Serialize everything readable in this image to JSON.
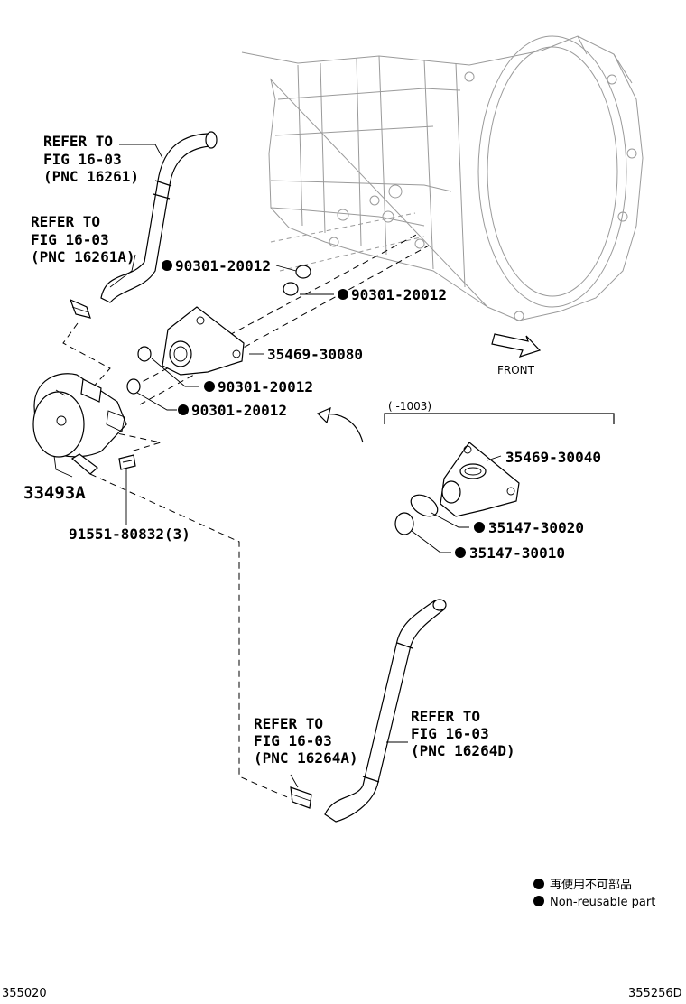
{
  "refs": {
    "a": [
      "REFER TO",
      "FIG 16-03",
      "(PNC 16261)"
    ],
    "b": [
      "REFER TO",
      "FIG 16-03",
      "(PNC 16261A)"
    ],
    "c": [
      "REFER TO",
      "FIG 16-03",
      "(PNC 16264A)"
    ],
    "d": [
      "REFER TO",
      "FIG 16-03",
      "(PNC 16264D)"
    ]
  },
  "parts": {
    "p1": "90301-20012",
    "p2": "90301-20012",
    "p3": "35469-30080",
    "p4": "90301-20012",
    "p5": "90301-20012",
    "p6": "33493A",
    "p7": "91551-80832(3)",
    "p8": "35469-30040",
    "p9": "35147-30020",
    "p10": "35147-30010"
  },
  "front_label": "FRONT",
  "range_label": "(      -1003)",
  "legend": {
    "jp": "再使用不可部品",
    "en": "Non-reusable part"
  },
  "footer": {
    "left": "355020",
    "right": "355256D"
  }
}
